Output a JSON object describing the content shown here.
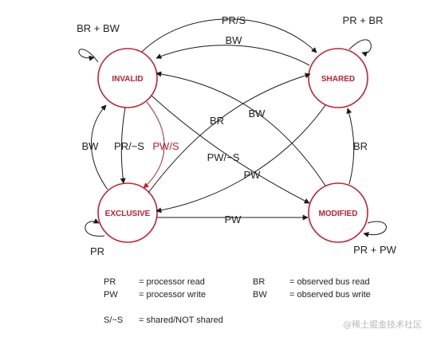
{
  "states": {
    "invalid": "INVALID",
    "shared": "SHARED",
    "exclusive": "EXCLUSIVE",
    "modified": "MODIFIED"
  },
  "transitions": {
    "invalid_self": "BR + BW",
    "shared_self": "PR + BR",
    "exclusive_self": "PR",
    "modified_self": "PR + PW",
    "invalid_to_shared": "PR/S",
    "shared_to_invalid": "BW",
    "exclusive_to_shared": "BR",
    "modified_to_invalid": "BW",
    "exclusive_to_invalid": "BW",
    "invalid_to_exclusive": "PR/~S",
    "invalid_to_exclusive_write": "PW/S",
    "invalid_to_modified": "PW/~S",
    "shared_to_exclusive": "PW",
    "modified_to_shared": "BR",
    "exclusive_to_modified": "PW"
  },
  "legend": {
    "rows": [
      {
        "abbr1": "PR",
        "desc1": "= processor read",
        "abbr2": "BR",
        "desc2": "= observed bus read"
      },
      {
        "abbr1": "PW",
        "desc1": "= processor write",
        "abbr2": "BW",
        "desc2": "= observed bus write"
      }
    ],
    "extra": {
      "abbr": "S/~S",
      "desc": "= shared/NOT shared"
    }
  },
  "watermark": "@稀土掘金技术社区",
  "colors": {
    "state_border": "#c8202f",
    "state_text": "#c8202f",
    "highlight_transition": "#c8202f",
    "edge": "#1a1a1a"
  }
}
